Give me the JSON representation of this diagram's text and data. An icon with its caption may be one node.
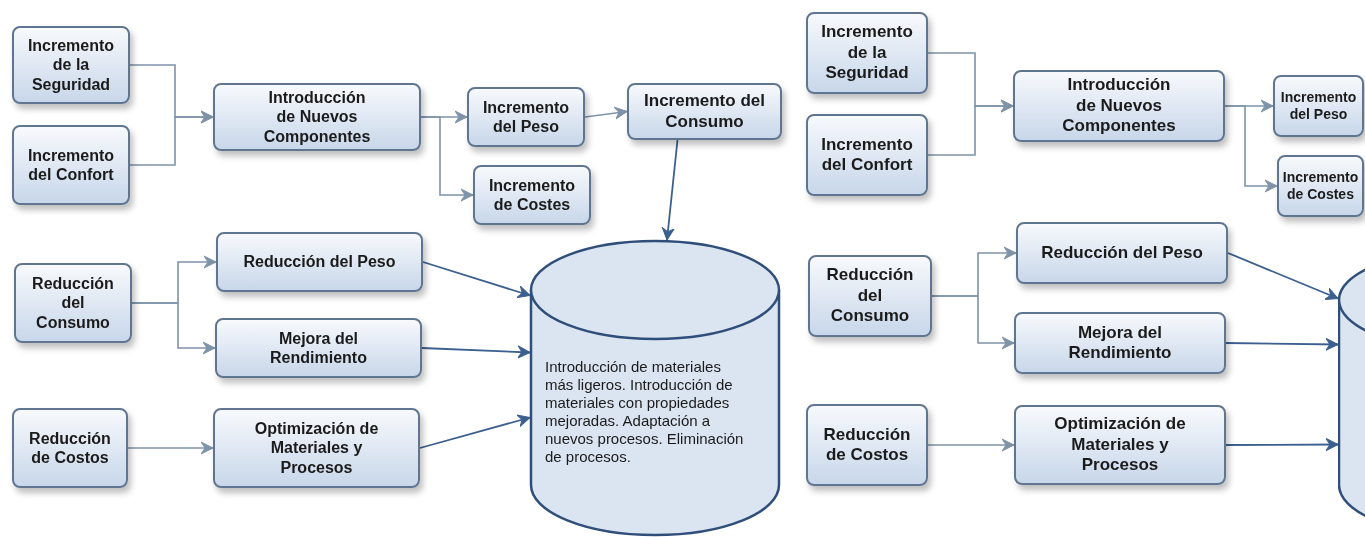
{
  "diagram": {
    "nodes": [
      {
        "text": [
          "Incremento de la Seguridad"
        ]
      },
      {
        "text": [
          "Incremento del Confort"
        ]
      },
      {
        "text": [
          "Introducción de Nuevos Componentes"
        ]
      },
      {
        "text": [
          "Incremento del Peso"
        ]
      },
      {
        "text": [
          "Incremento del Consumo"
        ]
      },
      {
        "text": [
          "Incremento de Costes"
        ]
      },
      {
        "text": [
          "Reducción del Peso"
        ]
      },
      {
        "text": [
          "Reducción del Consumo"
        ]
      },
      {
        "text": [
          "Mejora del Rendimiento"
        ]
      },
      {
        "text": [
          "Reducción de Costos"
        ]
      },
      {
        "text": [
          "Optimización  de Materiales y Procesos"
        ]
      },
      {
        "text": [
          "Introducción de materiales más ligeros. Introducción de materiales con propiedades mejoradas. Adaptación a nuevos procesos. Eliminación de procesos."
        ]
      },
      {
        "text": [
          "Incremento de la Seguridad"
        ]
      },
      {
        "text": [
          "Incremento del Confort"
        ]
      },
      {
        "text": [
          "Introducción de Nuevos Componentes"
        ]
      },
      {
        "text": [
          "Incremento del Peso"
        ]
      },
      {
        "text": [
          "Incremento de Costes"
        ]
      },
      {
        "text": [
          "Reducción del Peso"
        ]
      },
      {
        "text": [
          "Reducción del Consumo"
        ]
      },
      {
        "text": [
          "Mejora del Rendimiento"
        ]
      },
      {
        "text": [
          "Reducción de Costos"
        ]
      },
      {
        "text": [
          "Optimización  de Materiales y Procesos"
        ]
      },
      {
        "text": [],
        "shape": "cylinder"
      }
    ],
    "edges": [
      {
        "from": 0,
        "to": 2,
        "arrow": "to"
      },
      {
        "from": 1,
        "to": 2,
        "arrow": "to"
      },
      {
        "from": 2,
        "to": 3,
        "arrow": "to"
      },
      {
        "from": 2,
        "to": 5,
        "arrow": "to"
      },
      {
        "from": 3,
        "to": 4,
        "arrow": "to"
      },
      {
        "from": 4,
        "to": 11,
        "arrow": "to",
        "color": "#3b5f8f"
      },
      {
        "from": 7,
        "to": 6,
        "arrow": "to"
      },
      {
        "from": 7,
        "to": 8,
        "arrow": "to"
      },
      {
        "from": 9,
        "to": 10,
        "arrow": "to"
      },
      {
        "from": 6,
        "to": 11,
        "arrow": "to",
        "color": "#3b5f8f"
      },
      {
        "from": 8,
        "to": 11,
        "arrow": "to",
        "color": "#3b5f8f"
      },
      {
        "from": 10,
        "to": 11,
        "arrow": "to",
        "color": "#3b5f8f"
      },
      {
        "from": 12,
        "to": 14,
        "arrow": "to"
      },
      {
        "from": 13,
        "to": 14,
        "arrow": "to"
      },
      {
        "from": 14,
        "to": 15,
        "arrow": "to"
      },
      {
        "from": 14,
        "to": 16,
        "arrow": "to"
      },
      {
        "from": 18,
        "to": 17,
        "arrow": "to"
      },
      {
        "from": 18,
        "to": 19,
        "arrow": "to"
      },
      {
        "from": 20,
        "to": 21,
        "arrow": "to"
      },
      {
        "from": 17,
        "to": 22,
        "arrow": "to",
        "color": "#3b5f8f"
      },
      {
        "from": 19,
        "to": 22,
        "arrow": "to",
        "color": "#3b5f8f"
      },
      {
        "from": 21,
        "to": 22,
        "arrow": "to",
        "color": "#3b5f8f"
      }
    ]
  }
}
